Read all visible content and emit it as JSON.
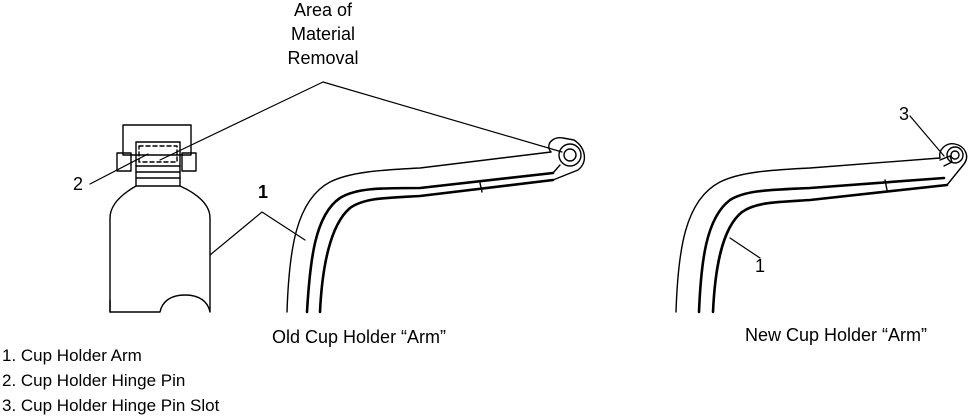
{
  "callout_area": {
    "line1": "Area of",
    "line2": "Material",
    "line3": "Removal"
  },
  "callouts": {
    "pin_number": "2",
    "old_arm_number": "1",
    "new_arm_number": "1",
    "slot_number": "3"
  },
  "captions": {
    "old_arm": "Old Cup Holder “Arm”",
    "new_arm": "New Cup Holder “Arm”"
  },
  "legend": [
    "1. Cup Holder Arm",
    "2. Cup Holder Hinge Pin",
    "3. Cup Holder Hinge Pin Slot"
  ]
}
